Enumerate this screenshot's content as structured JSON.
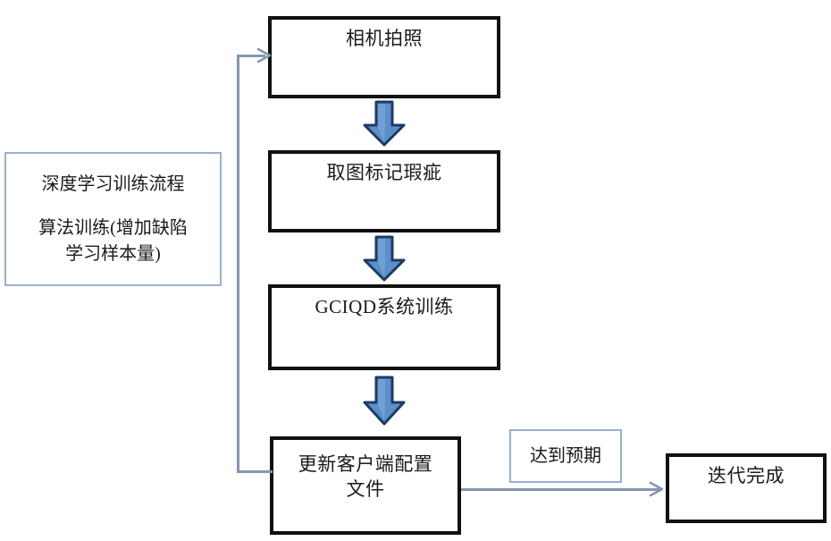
{
  "diagram": {
    "title_note": {
      "name": "deep-learning-training-note",
      "line1": "深度学习训练流程",
      "line2": "算法训练(增加缺陷\n学习样本量)"
    },
    "nodes": [
      {
        "id": "camera-capture",
        "label": "相机拍照"
      },
      {
        "id": "mark-defects",
        "label": "取图标记瑕疵"
      },
      {
        "id": "gciqd-training",
        "label": "GCIQD系统训练"
      },
      {
        "id": "update-client-config",
        "label": "更新客户端配置\n文件"
      },
      {
        "id": "iteration-complete",
        "label": "迭代完成"
      }
    ],
    "edge_labels": [
      {
        "id": "meets-expectation",
        "label": "达到预期"
      }
    ],
    "connectors": {
      "feedback_loop": "更新客户端配置文件 → 相机拍照",
      "completion": "更新客户端配置文件 → 迭代完成"
    },
    "colors": {
      "box_border": "#111111",
      "note_border": "#9bb0cd",
      "connector": "#8496b0",
      "arrow_fill": "#5b8fc9",
      "arrow_outline": "#1f3864",
      "background": "#ffffff"
    }
  }
}
